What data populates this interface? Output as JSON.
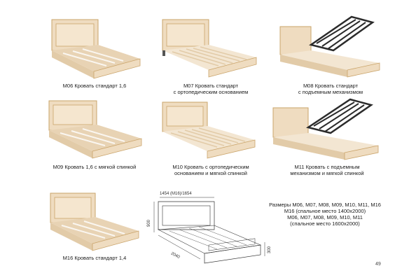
{
  "products": [
    {
      "line1": "М06 Кровать стандарт 1,6",
      "line2": ""
    },
    {
      "line1": "М07 Кровать стандарт",
      "line2": "с  ортопедическим основанием"
    },
    {
      "line1": "М08 Кровать стандарт",
      "line2": "с подъемным механизмом"
    },
    {
      "line1": "М09 Кровать 1,6 с мягкой спинкой",
      "line2": ""
    },
    {
      "line1": "М10 Кровать с ортопедическим",
      "line2": "основанием и мягкой спинкой"
    },
    {
      "line1": "М11 Кровать с подъемным",
      "line2": "механизмом и мягкой спинкой"
    },
    {
      "line1": "М16 Кровать стандарт 1,4",
      "line2": ""
    }
  ],
  "drawing": {
    "width_label": "1454 (М16)/1654",
    "height_label": "900",
    "length_label": "2040",
    "side_height_label": "300"
  },
  "sizes": {
    "line1": "Размеры М06, М07, М08, М09, М10, М11, М16",
    "line2": "М16 (спальное место 1400х2000)",
    "line3": "М06, М07, М08, М09, М10, М11",
    "line4": "(спальное место 1600х2000)"
  },
  "page_number": "49",
  "colors": {
    "wood": "#efdcc0",
    "wood_dark": "#d9c09c",
    "gold_trim": "#caa46a",
    "mechanism": "#2b2b2b"
  }
}
